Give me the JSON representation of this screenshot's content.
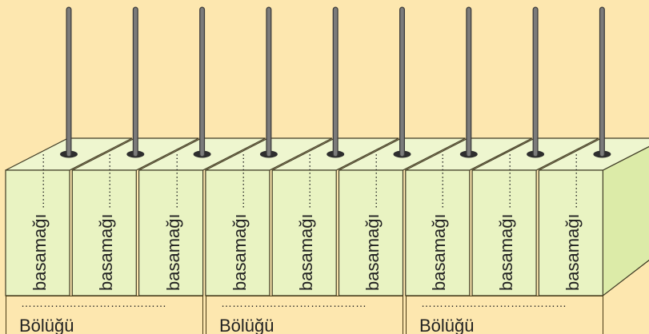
{
  "diagram": {
    "columns": [
      {
        "label": "basamağı",
        "placeholder": "……………"
      },
      {
        "label": "basamağı",
        "placeholder": "……………"
      },
      {
        "label": "basamağı",
        "placeholder": "……………"
      },
      {
        "label": "basamağı",
        "placeholder": "……………"
      },
      {
        "label": "basamağı",
        "placeholder": "……………"
      },
      {
        "label": "basamağı",
        "placeholder": "……………"
      },
      {
        "label": "basamağı",
        "placeholder": "……………"
      },
      {
        "label": "basamağı",
        "placeholder": "……………"
      },
      {
        "label": "basamağı",
        "placeholder": "……………"
      }
    ],
    "sections": [
      {
        "title": "Bölüğü",
        "placeholder": "…………………………………"
      },
      {
        "title": "Bölüğü",
        "placeholder": "…………………………………"
      },
      {
        "title": "Bölüğü",
        "placeholder": "…………………………………"
      }
    ],
    "colors": {
      "background": "#FDE7AF",
      "box_front": "#E9F3C2",
      "box_top": "#EEF6CF",
      "box_side": "#DCEBA8",
      "rod": "#7B7B7B",
      "outline": "#3E3A24"
    }
  }
}
